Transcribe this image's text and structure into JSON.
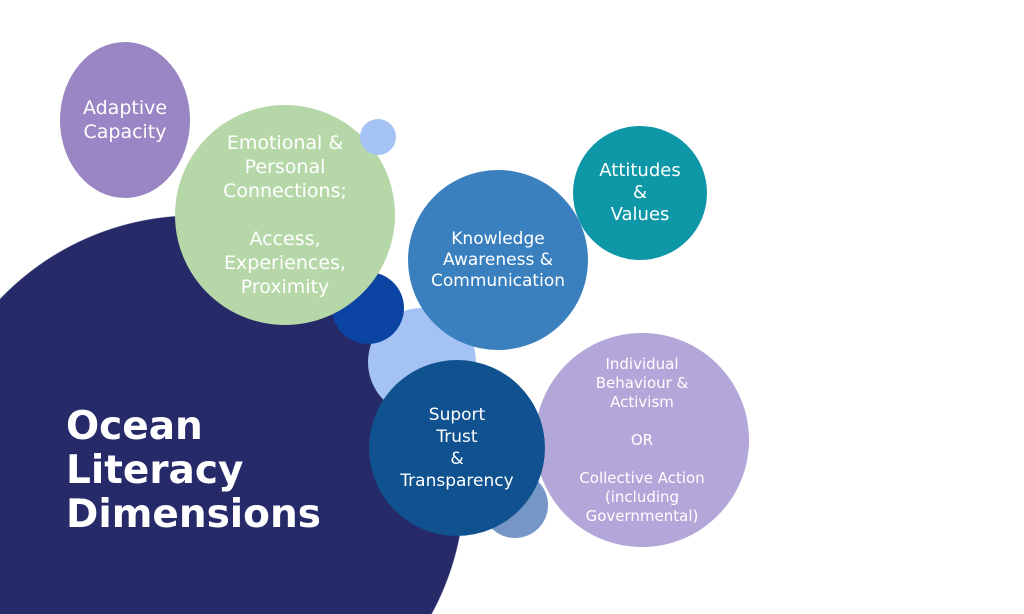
{
  "title": "Ocean\nLiteracy\nDimensions",
  "bubbles": {
    "adaptive": "Adaptive\nCapacity",
    "emotional": "Emotional &\nPersonal\nConnections;\n\nAccess,\nExperiences,\nProximity",
    "knowledge": "Knowledge\nAwareness &\nCommunication",
    "attitudes": "Attitudes\n&\nValues",
    "trust": "Suport\nTrust\n&\nTransparency",
    "behaviour": "Individual\nBehaviour &\nActivism\n\nOR\n\nCollective Action\n(including\nGovernmental)"
  },
  "colors": {
    "navy": "#262a68",
    "purple": "#9a86c4",
    "green": "#b6d7a8",
    "knowledge": "#3a80bf",
    "attitudes": "#0e97a7",
    "trust": "#10528f",
    "lavender": "#b3a6d8"
  }
}
